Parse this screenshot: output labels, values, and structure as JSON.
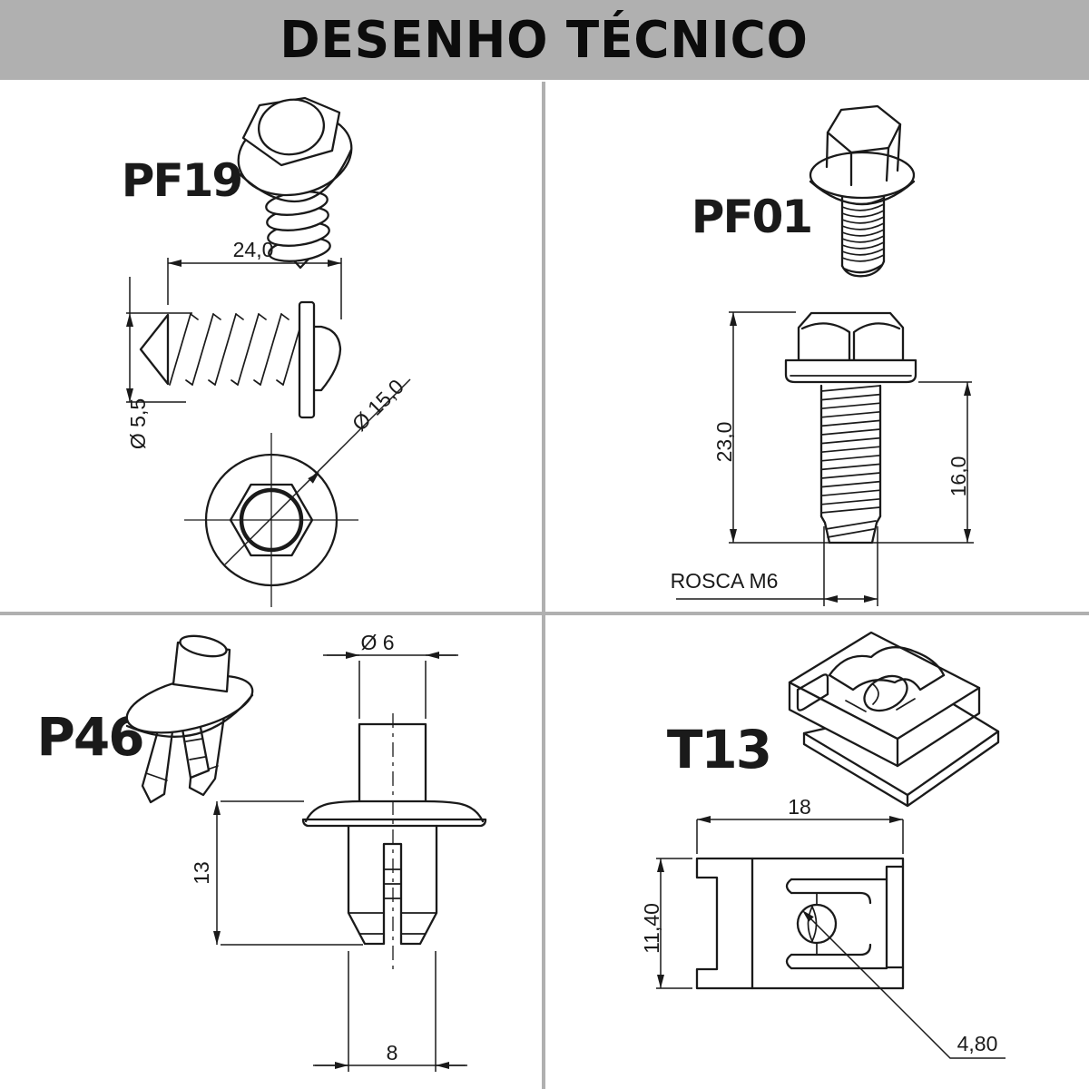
{
  "header": {
    "title": "DESENHO TÉCNICO"
  },
  "colors": {
    "header_bg": "#b0b0b0",
    "divider": "#b0b0b0",
    "line": "#1a1a1a"
  },
  "parts": {
    "pf19": {
      "label": "PF19",
      "dims": {
        "length": "24,0",
        "shank_diameter": "Ø 5,5",
        "washer_diameter": "Ø 15,0"
      }
    },
    "pf01": {
      "label": "PF01",
      "dims": {
        "total_length": "23,0",
        "thread_length": "16,0",
        "thread_spec": "ROSCA M6"
      }
    },
    "p46": {
      "label": "P46",
      "dims": {
        "stem_diameter": "Ø 6",
        "leg_length": "13",
        "body_width": "8"
      }
    },
    "t13": {
      "label": "T13",
      "dims": {
        "width": "18",
        "height": "11,40",
        "hole_diameter": "4,80"
      }
    }
  }
}
